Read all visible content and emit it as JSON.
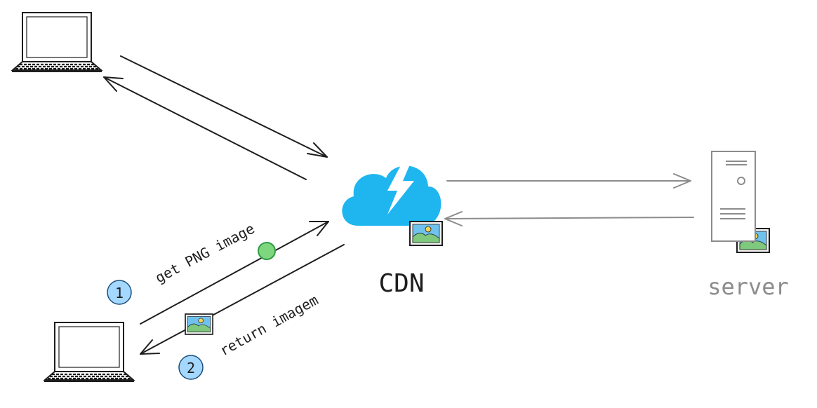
{
  "labels": {
    "cdn": "CDN",
    "server": "server",
    "step1_text": "get PNG image",
    "step2_text": "return imagem",
    "step1_num": "1",
    "step2_num": "2"
  },
  "colors": {
    "stroke": "#1e1e1e",
    "grey": "#8c8c8c",
    "cloud": "#1fb6f0",
    "badge_fill": "#a5d8ff",
    "badge_stroke": "#1e4f7a",
    "green_dot": "#7ed67e",
    "green_stroke": "#2f9e44",
    "photo_sky": "#6fc2ee",
    "photo_hill": "#7fc97f",
    "photo_sun": "#f2d45c"
  },
  "icons": {
    "laptop": "laptop-icon",
    "cloud": "cloud-lightning-icon",
    "server": "server-icon",
    "image": "image-icon"
  }
}
